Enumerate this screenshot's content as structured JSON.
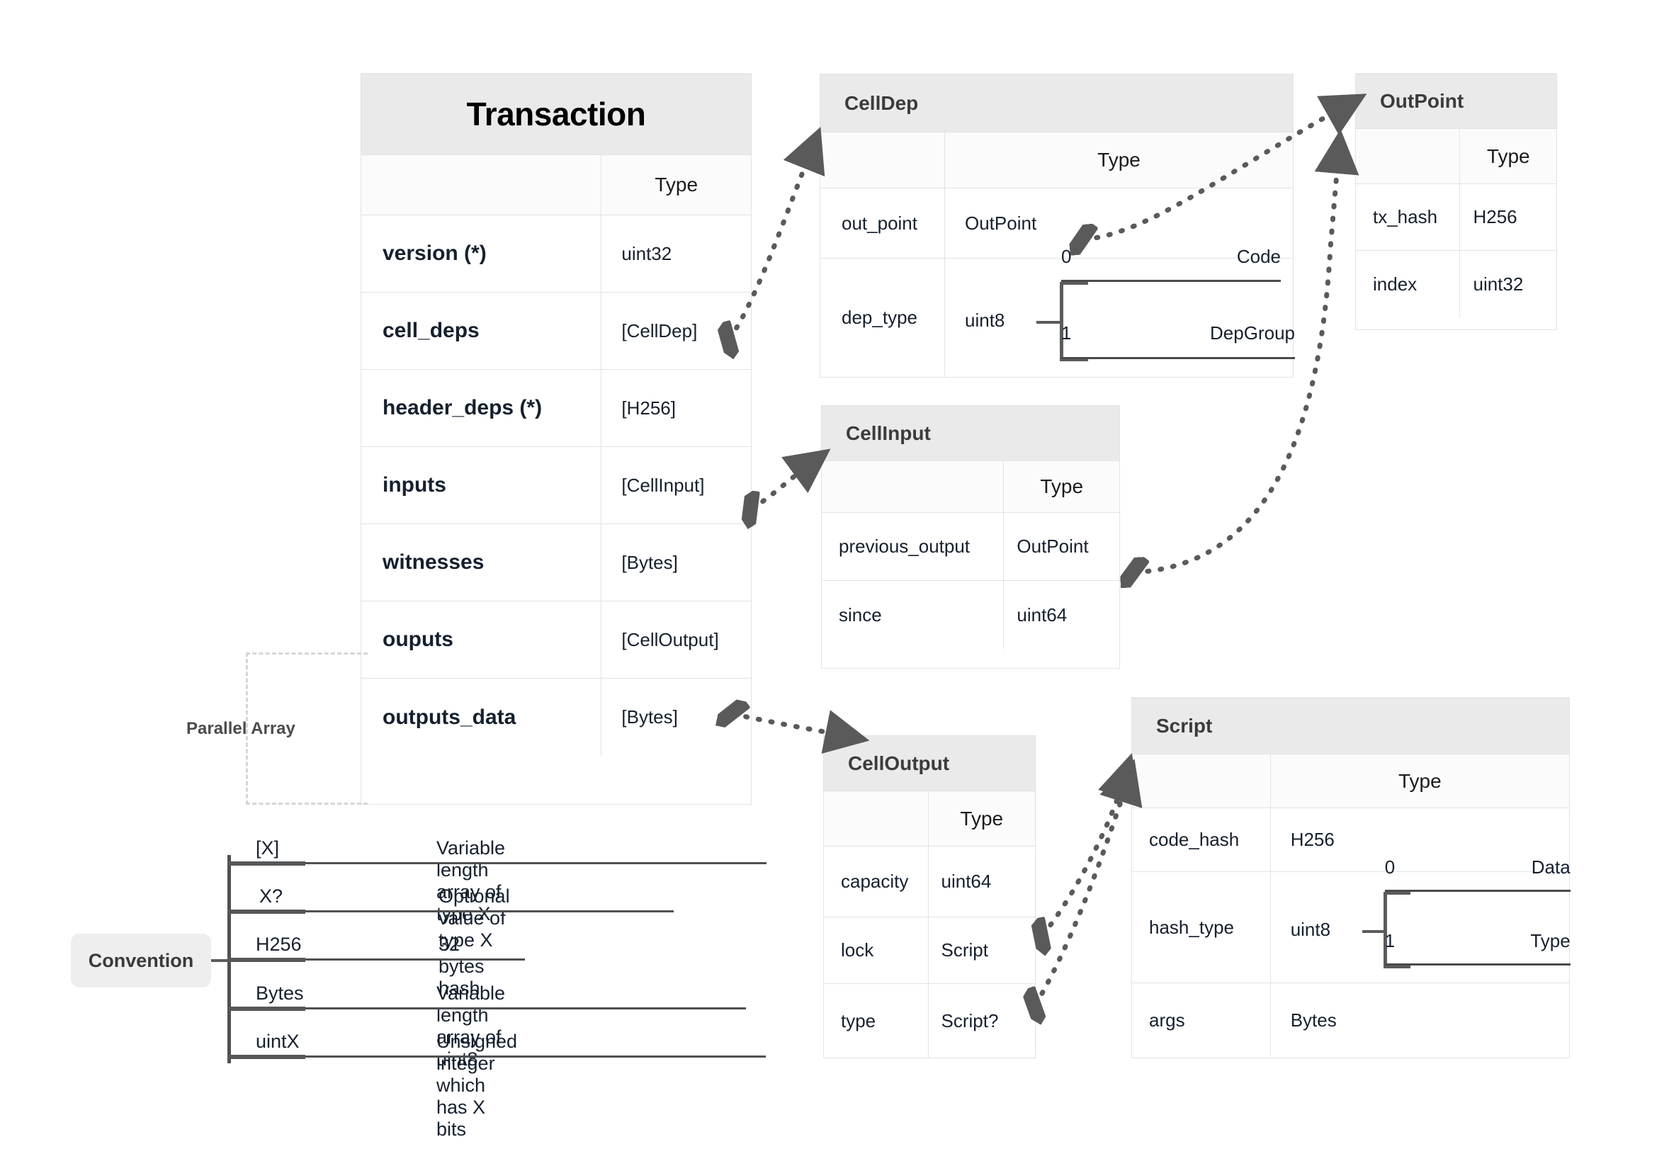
{
  "diagram": {
    "type_header_label": "Type",
    "parallel_array_label": "Parallel Array"
  },
  "transaction": {
    "title": "Transaction",
    "columns": [
      "",
      "Type"
    ],
    "rows": [
      {
        "field": "version (*)",
        "type": "uint32"
      },
      {
        "field": "cell_deps",
        "type": "[CellDep]"
      },
      {
        "field": "header_deps (*)",
        "type": "[H256]"
      },
      {
        "field": "inputs",
        "type": "[CellInput]"
      },
      {
        "field": "witnesses",
        "type": "[Bytes]"
      },
      {
        "field": "ouputs",
        "type": "[CellOutput]"
      },
      {
        "field": "outputs_data",
        "type": "[Bytes]"
      }
    ]
  },
  "cell_dep": {
    "title": "CellDep",
    "columns": [
      "",
      "Type"
    ],
    "rows": [
      {
        "field": "out_point",
        "type": "OutPoint"
      },
      {
        "field": "dep_type",
        "type": "uint8",
        "enum": [
          {
            "value": "0",
            "name": "Code"
          },
          {
            "value": "1",
            "name": "DepGroup"
          }
        ]
      }
    ]
  },
  "out_point": {
    "title": "OutPoint",
    "columns": [
      "",
      "Type"
    ],
    "rows": [
      {
        "field": "tx_hash",
        "type": "H256"
      },
      {
        "field": "index",
        "type": "uint32"
      }
    ]
  },
  "cell_input": {
    "title": "CellInput",
    "columns": [
      "",
      "Type"
    ],
    "rows": [
      {
        "field": "previous_output",
        "type": "OutPoint"
      },
      {
        "field": "since",
        "type": "uint64"
      }
    ]
  },
  "cell_output": {
    "title": "CellOutput",
    "columns": [
      "",
      "Type"
    ],
    "rows": [
      {
        "field": "capacity",
        "type": "uint64"
      },
      {
        "field": "lock",
        "type": "Script"
      },
      {
        "field": "type",
        "type": "Script?"
      }
    ]
  },
  "script": {
    "title": "Script",
    "columns": [
      "",
      "Type"
    ],
    "rows": [
      {
        "field": "code_hash",
        "type": "H256"
      },
      {
        "field": "hash_type",
        "type": "uint8",
        "enum": [
          {
            "value": "0",
            "name": "Data"
          },
          {
            "value": "1",
            "name": "Type"
          }
        ]
      },
      {
        "field": "args",
        "type": "Bytes"
      }
    ]
  },
  "convention": {
    "title": "Convention",
    "entries": [
      {
        "term": "[X]",
        "description": "Variable length array of type X"
      },
      {
        "term": "X?",
        "description": "Optional value of type X"
      },
      {
        "term": "H256",
        "description": "32 bytes hash"
      },
      {
        "term": "Bytes",
        "description": "Variable length array of uint8"
      },
      {
        "term": "uintX",
        "description": "Unsigned integer which has X bits"
      }
    ]
  },
  "colors": {
    "header_gray": "#eaeaea",
    "border_gray": "#e2e3e4",
    "text_navy": "#16202e",
    "arrow_gray": "#5a5a5a",
    "dash_gray": "#d5d6d7"
  }
}
